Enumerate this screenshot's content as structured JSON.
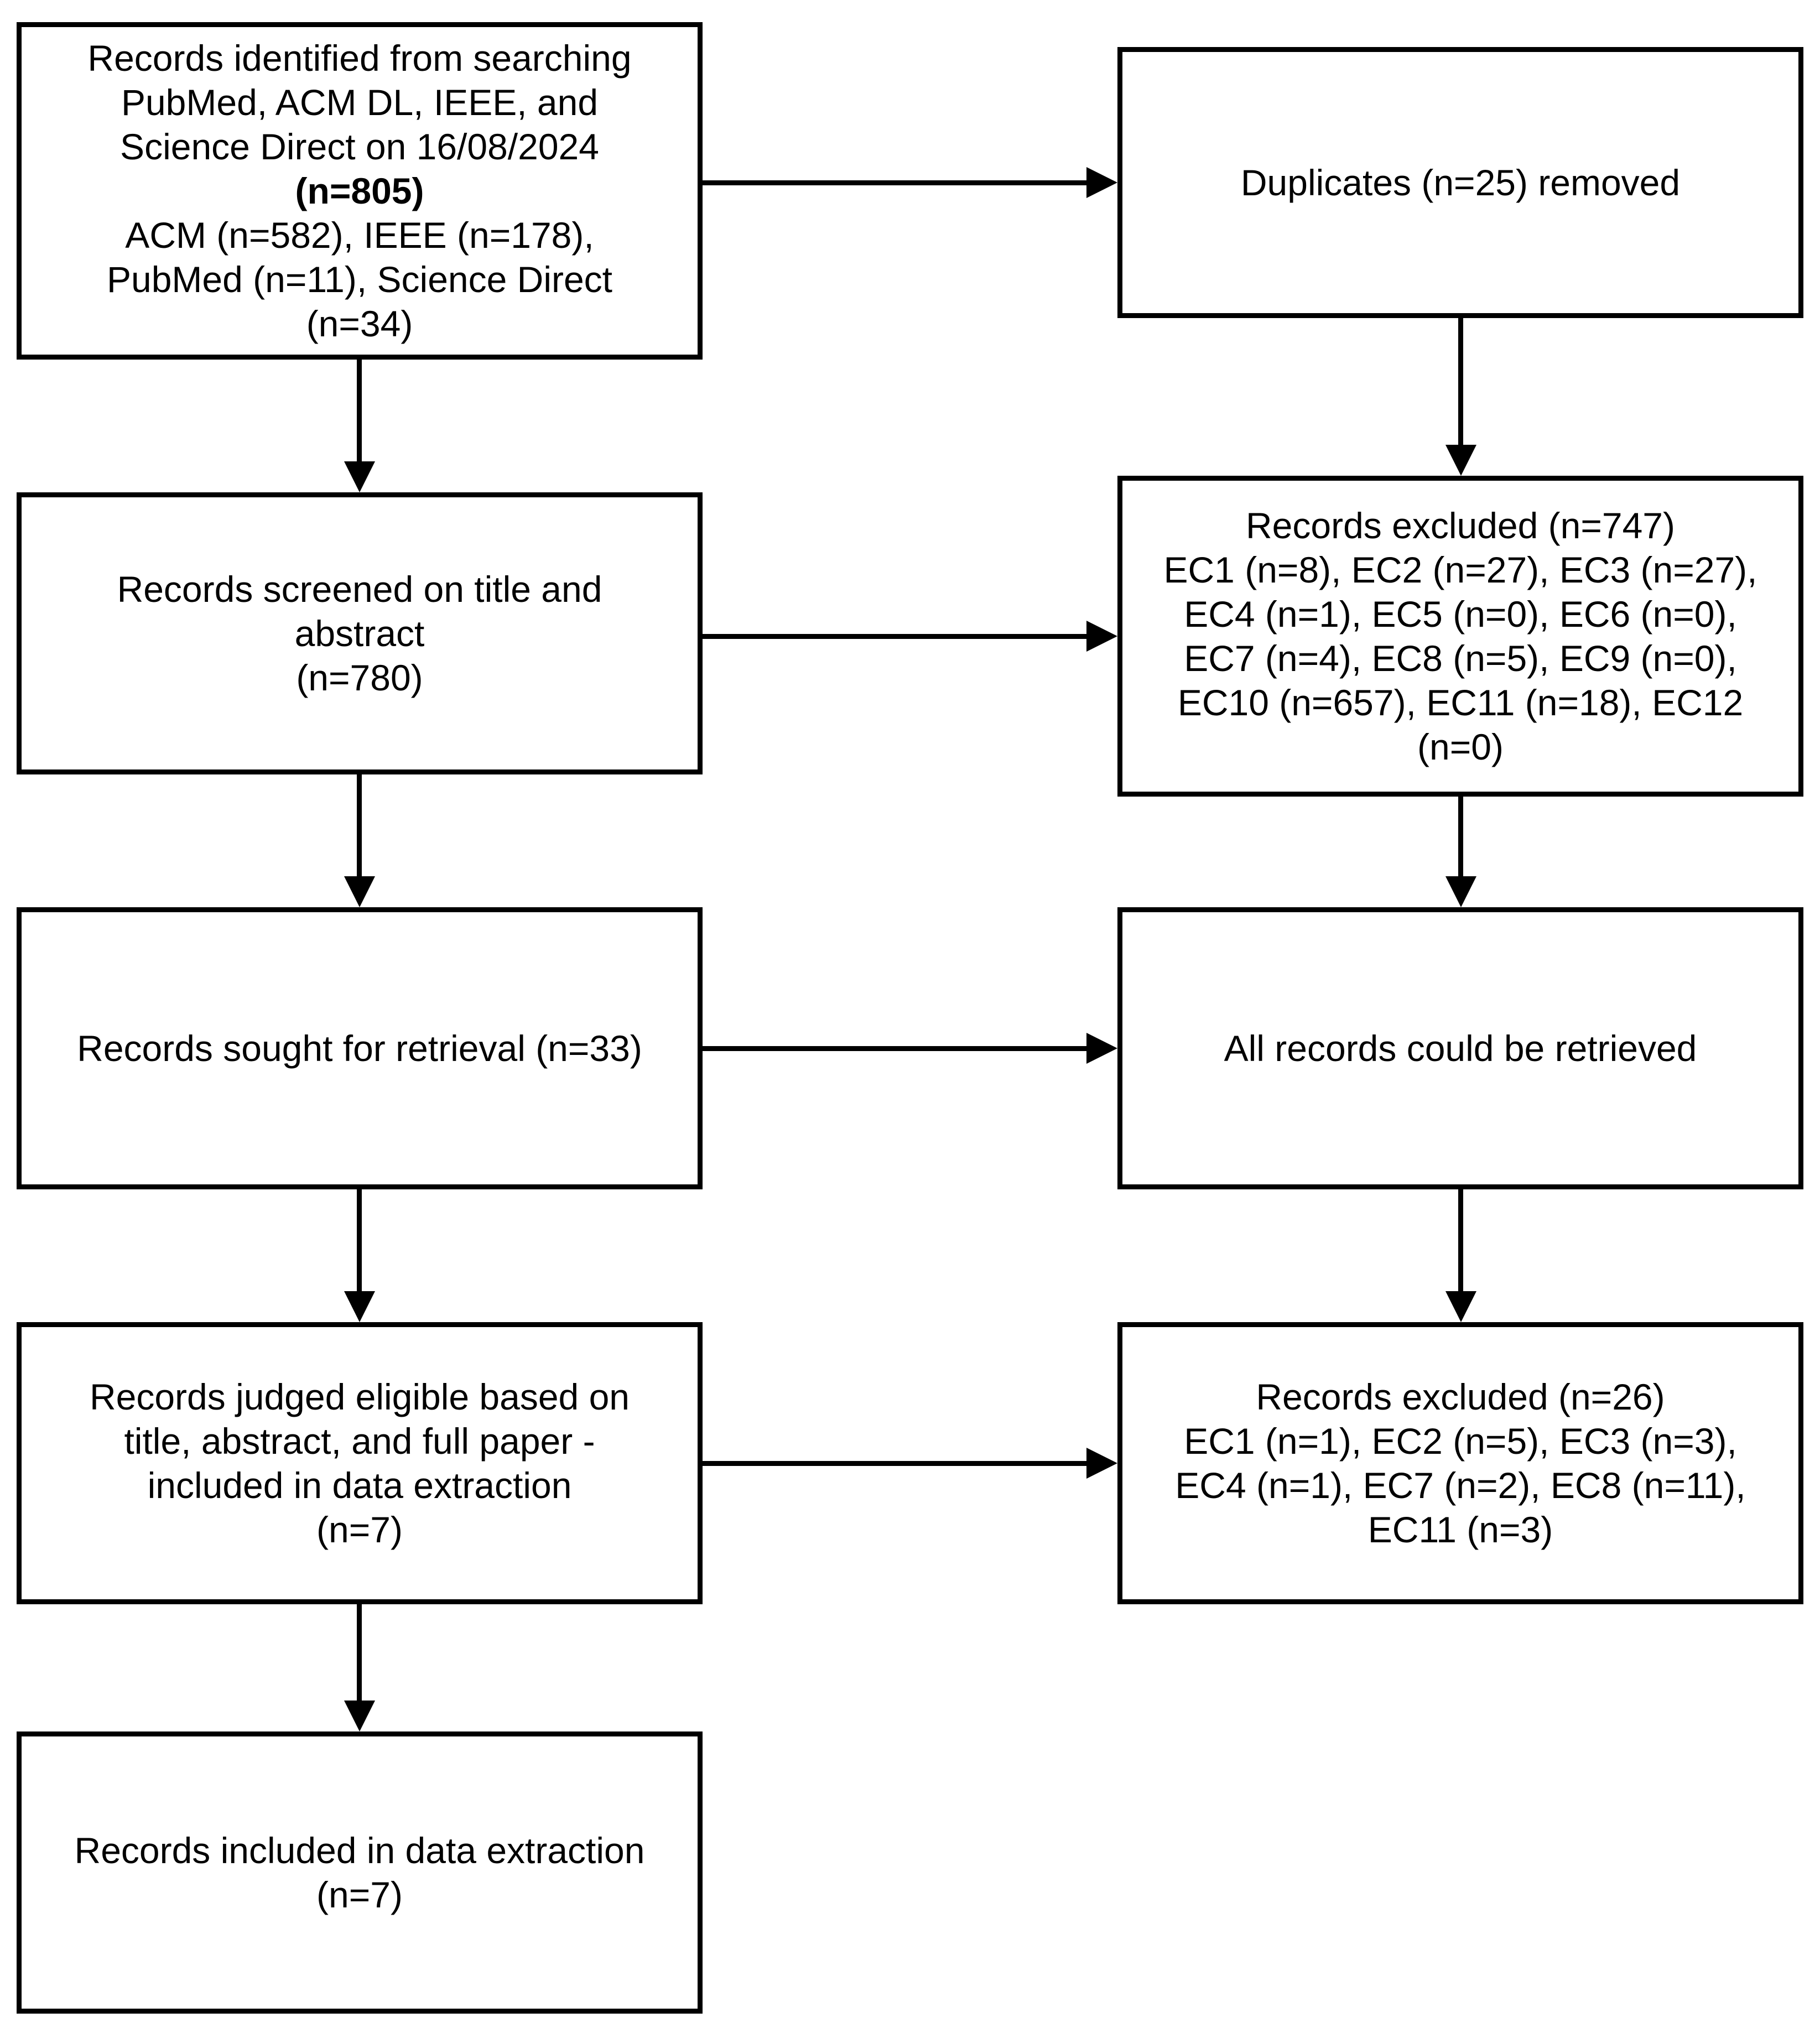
{
  "colors": {
    "background": "#ffffff",
    "box_border": "#000000",
    "text": "#000000",
    "arrow": "#000000"
  },
  "boxes": {
    "identification": {
      "lines": [
        "Records identified from searching",
        "PubMed, ACM DL, IEEE, and",
        "Science Direct on 16/08/2024",
        "(n=805)",
        "ACM (n=582), IEEE (n=178),",
        "PubMed (n=11), Science Direct",
        "(n=34)"
      ]
    },
    "duplicates": {
      "lines": [
        "Duplicates (n=25) removed"
      ]
    },
    "screened": {
      "lines": [
        "Records screened on title and",
        "abstract",
        "(n=780)"
      ]
    },
    "excluded_screening": {
      "lines": [
        "Records excluded (n=747)",
        "EC1 (n=8), EC2 (n=27), EC3 (n=27),",
        "EC4 (n=1), EC5 (n=0), EC6 (n=0),",
        "EC7 (n=4), EC8 (n=5), EC9 (n=0),",
        "EC10 (n=657), EC11 (n=18), EC12",
        "(n=0)"
      ]
    },
    "sought": {
      "lines": [
        "Records sought for retrieval (n=33)"
      ]
    },
    "retrieved": {
      "lines": [
        "All records could be retrieved"
      ]
    },
    "eligible": {
      "lines": [
        "Records judged eligible based on",
        "title, abstract, and full paper -",
        "included in data extraction",
        "(n=7)"
      ]
    },
    "excluded_eligibility": {
      "lines": [
        "Records excluded (n=26)",
        "EC1 (n=1), EC2 (n=5), EC3 (n=3),",
        "EC4 (n=1), EC7 (n=2), EC8 (n=11),",
        "EC11 (n=3)"
      ]
    },
    "included": {
      "lines": [
        "Records included in data extraction",
        "(n=7)"
      ]
    }
  }
}
